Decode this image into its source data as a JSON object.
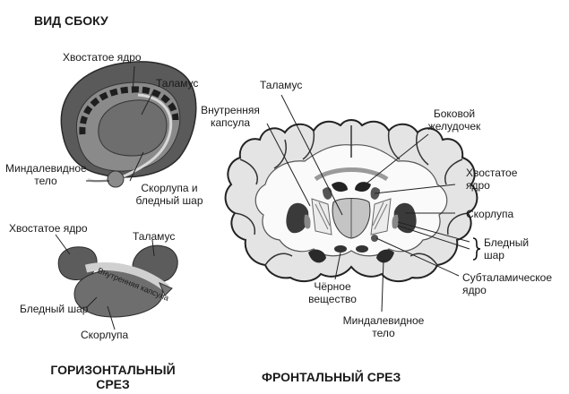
{
  "side_view": {
    "title": "ВИД СБОКУ",
    "caudate": "Хвостатое ядро",
    "thalamus": "Таламус",
    "amygdala_1": "Миндалевидное",
    "amygdala_2": "тело",
    "putamen_pallidus_1": "Скорлупа и",
    "putamen_pallidus_2": "бледный шар"
  },
  "horizontal_section": {
    "title_1": "ГОРИЗОНТАЛЬНЫЙ",
    "title_2": "СРЕЗ",
    "caudate": "Хвостатое ядро",
    "thalamus": "Таламус",
    "internal_capsule": "Внутренняя капсула",
    "pallidus": "Бледный шар",
    "putamen": "Скорлупа"
  },
  "frontal_section": {
    "title": "ФРОНТАЛЬНЫЙ СРЕЗ",
    "thalamus": "Таламус",
    "internal_capsule_1": "Внутренняя",
    "internal_capsule_2": "капсула",
    "lateral_ventricle_1": "Боковой",
    "lateral_ventricle_2": "желудочек",
    "caudate_1": "Хвостатое",
    "caudate_2": "ядро",
    "putamen": "Скорлупа",
    "pallidus_1": "Бледный",
    "pallidus_2": "шар",
    "subthalamic_1": "Субталамическое",
    "subthalamic_2": "ядро",
    "substantia_nigra_1": "Чёрное",
    "substantia_nigra_2": "вещество",
    "amygdala_1": "Миндалевидное",
    "amygdala_2": "тело"
  }
}
